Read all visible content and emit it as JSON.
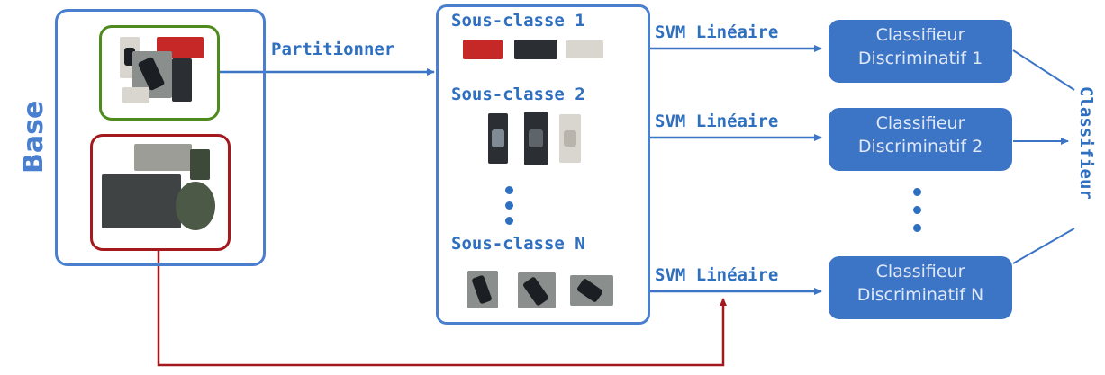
{
  "labels": {
    "base": "Base",
    "partitionner": "Partitionner",
    "subclass_1": "Sous-classe 1",
    "subclass_2": "Sous-classe 2",
    "subclass_n": "Sous-classe N",
    "svm_1": "SVM Linéaire",
    "svm_2": "SVM Linéaire",
    "svm_n": "SVM Linéaire",
    "classifieur": "Classifieur"
  },
  "classifiers": [
    {
      "line1": "Classifieur",
      "line2": "Discriminatif 1"
    },
    {
      "line1": "Classifieur",
      "line2": "Discriminatif 2"
    },
    {
      "line1": "Classifieur",
      "line2": "Discriminatif N"
    }
  ],
  "colors": {
    "primary": "#3c74c6",
    "label_blue": "#2f6fc0",
    "positive_border": "#4e8a1e",
    "negative_border": "#a3191e",
    "negative_arrow": "#a3191e"
  }
}
